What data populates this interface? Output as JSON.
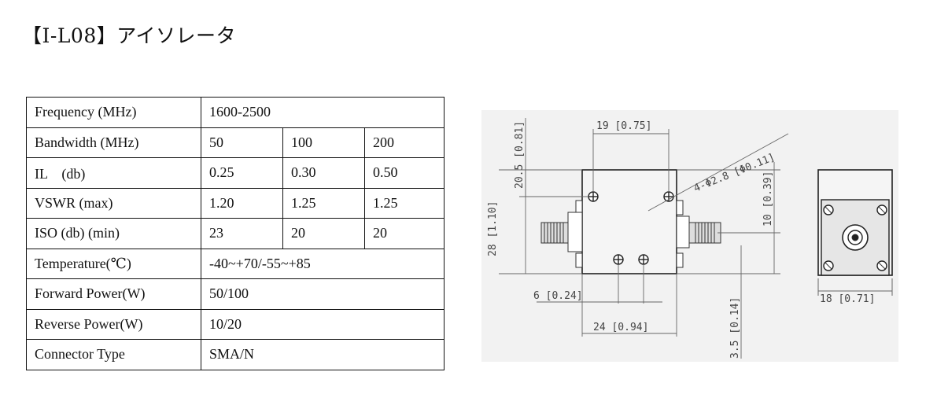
{
  "title": "【I-L08】アイソレータ",
  "spec_table": {
    "rows": [
      {
        "label": "Frequency (MHz)",
        "span_value": "1600-2500"
      },
      {
        "label": "Bandwidth (MHz)",
        "values": [
          "50",
          "100",
          "200"
        ]
      },
      {
        "label": "IL　(db)",
        "values": [
          "0.25",
          "0.30",
          "0.50"
        ]
      },
      {
        "label": "VSWR (max)",
        "values": [
          "1.20",
          "1.25",
          "1.25"
        ]
      },
      {
        "label": "ISO (db) (min)",
        "values": [
          "23",
          "20",
          "20"
        ]
      },
      {
        "label": "Temperature(℃)",
        "span_value": "-40~+70/-55~+85"
      },
      {
        "label": "Forward Power(W)",
        "span_value": "50/100"
      },
      {
        "label": "Reverse Power(W)",
        "span_value": "10/20"
      },
      {
        "label": "Connector Type",
        "span_value": "SMA/N"
      }
    ]
  },
  "drawing": {
    "dim_width_top": "19 [0.75]",
    "dim_holes": "4-Φ2.8 [Φ0.11]",
    "dim_left_upper": "20.5 [0.81]",
    "dim_height": "28 [1.10]",
    "dim_right_upper": "10 [0.39]",
    "dim_hole_spacing": "6 [0.24]",
    "dim_body_width": "24 [0.94]",
    "dim_bottom_offset": "3.5 [0.14]",
    "dim_side_width": "18 [0.71]"
  }
}
